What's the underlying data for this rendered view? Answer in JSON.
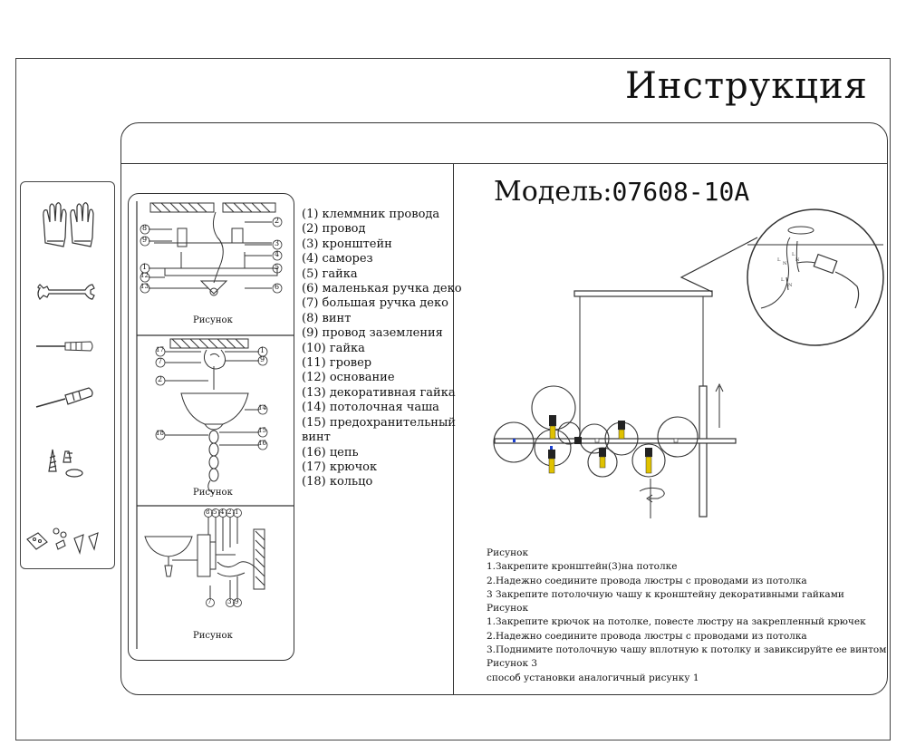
{
  "title": "Инструкция",
  "model": {
    "label": "Модель",
    "separator": ":",
    "number": "07608-10A"
  },
  "legend": [
    "(1) клеммник провода",
    "(2) провод",
    "(3) кронштейн",
    "(4) саморез",
    "(5) гайка",
    "(6) маленькая ручка деко",
    "(7) большая ручка деко",
    "(8) винт",
    "(9) провод заземления",
    "(10) гайка",
    "(11) гровер",
    "(12) основание",
    "(13) декоративная гайка",
    "(14) потолочная чаша",
    "(15) предохранительный",
    "винт",
    "(16) цепь",
    "(17) крючок",
    "(18) кольцо"
  ],
  "figures": {
    "fig1_caption": "Рисунок",
    "fig2_caption": "Рисунок",
    "fig3_caption": "Рисунок",
    "fig1_labels_left": [
      "8",
      "9",
      "1",
      "12",
      "13"
    ],
    "fig1_labels_right": [
      "2",
      "3",
      "4",
      "5",
      "6"
    ],
    "fig2_labels_left": [
      "17",
      "7",
      "2",
      "18"
    ],
    "fig2_labels_right": [
      "1",
      "9",
      "14",
      "15",
      "16"
    ],
    "fig3_labels_top": [
      "8",
      "5",
      "4",
      "2",
      "1"
    ],
    "fig3_labels_bottom": [
      "7",
      "3",
      "9"
    ]
  },
  "instructions": [
    "Рисунок",
    "1.Закрепите кронштейн(3)на потолке",
    "2.Надежно соедините провода люстры с проводами из потолка",
    "3 Закрепите потолочную чашу к кронштейну декоративными гайками",
    "Рисунок",
    "1.Закрепите крючок на потолке, повесте люстру на закрепленный крючек",
    "2.Надежно соедините провода люстры с проводами из потолка",
    "3.Поднимите потолочную чашу вплотную к потолку и завиксируйте ее винтом",
    "Рисунок 3",
    "способ установки аналогичный рисунку 1"
  ],
  "tools": [
    "gloves-icon",
    "wrench-icon",
    "screwdriver-flat-icon",
    "screwdriver-cross-icon",
    "screws-icon",
    "connectors-icon"
  ],
  "colors": {
    "line": "#333333",
    "bulb_cap": "#e0c200",
    "accent_blue": "#1a3fd0"
  }
}
